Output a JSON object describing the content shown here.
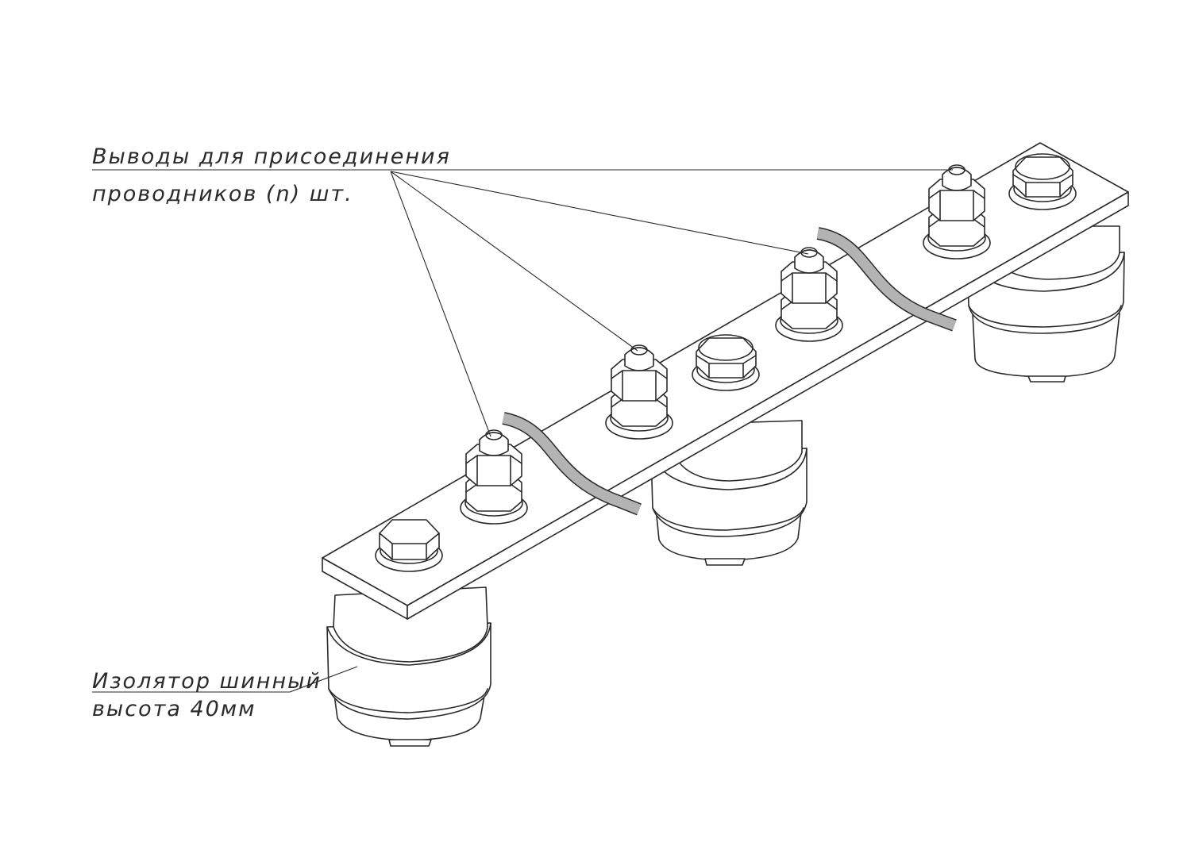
{
  "annotations": {
    "terminals": {
      "line1": "Выводы для присоединения",
      "line2": "проводников (n) шт."
    },
    "insulator": {
      "line1": "Изолятор шинный",
      "line2": "высота 40мм"
    }
  },
  "colors": {
    "line": "#2a2a2a",
    "cable": "#b3b3b3",
    "background": "#ffffff"
  }
}
